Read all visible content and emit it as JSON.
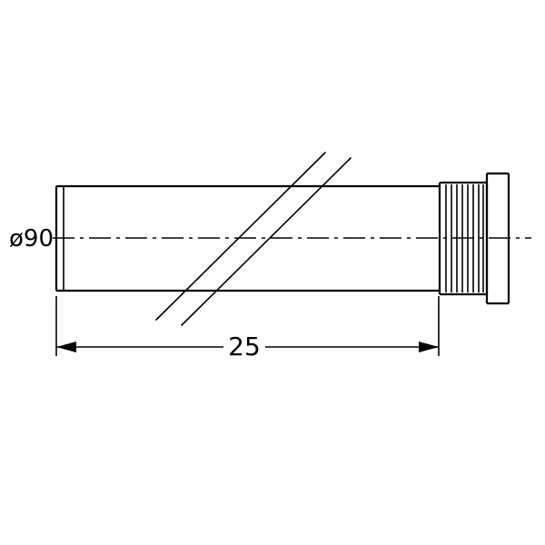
{
  "drawing": {
    "title": "pipe-with-socket-technical-drawing",
    "diameter_label": "ø90",
    "length_label": "25",
    "line_color": "#000000",
    "background_color": "#ffffff"
  }
}
